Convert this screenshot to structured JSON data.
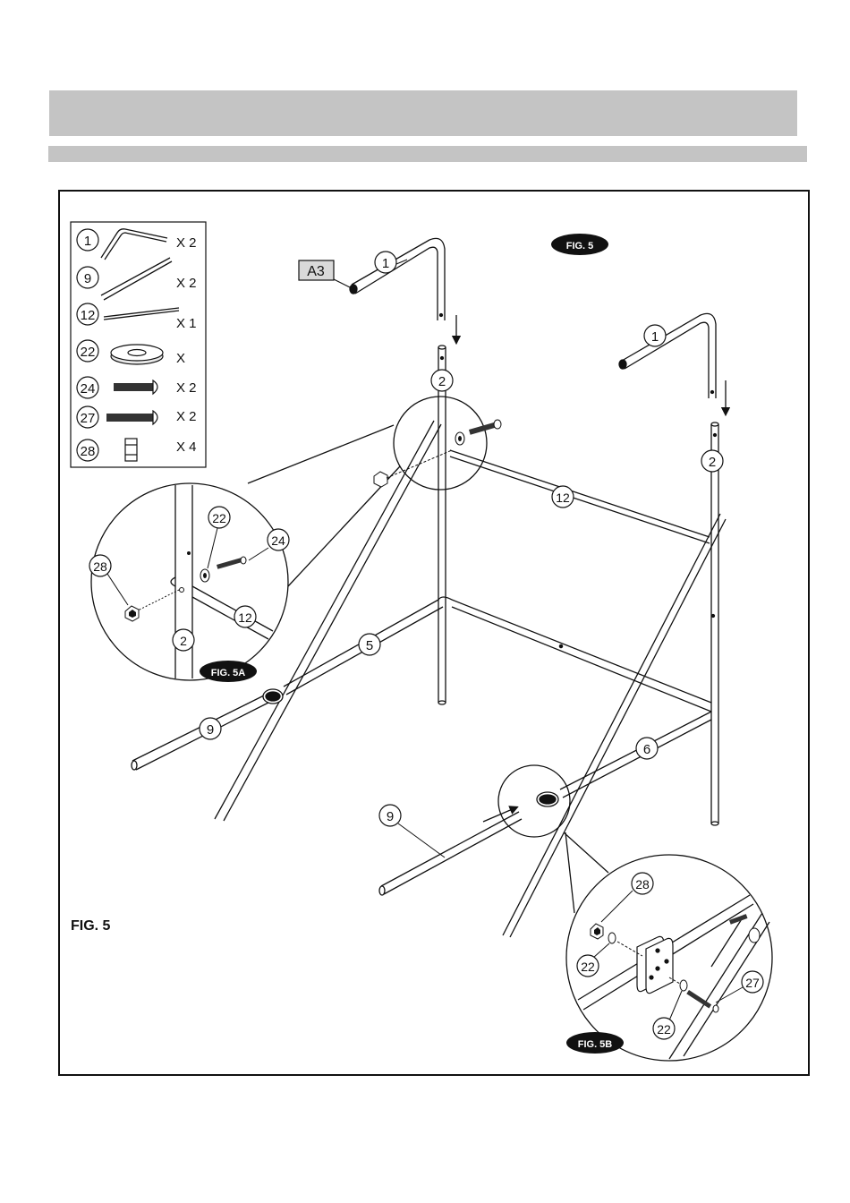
{
  "header": {
    "bar_top": "",
    "bar_sub": ""
  },
  "parts_list": [
    {
      "num": "1",
      "qty": "X 2",
      "icon": "bent-tube-icon"
    },
    {
      "num": "9",
      "qty": "X 2",
      "icon": "straight-tube-icon"
    },
    {
      "num": "12",
      "qty": "X 1",
      "icon": "thin-rod-icon"
    },
    {
      "num": "22",
      "qty": "X",
      "icon": "washer-icon"
    },
    {
      "num": "24",
      "qty": "X 2",
      "icon": "short-bolt-icon"
    },
    {
      "num": "27",
      "qty": "X 2",
      "icon": "long-bolt-icon"
    },
    {
      "num": "28",
      "qty": "X 4",
      "icon": "nut-icon"
    }
  ],
  "figure": {
    "badge_main": "FIG. 5",
    "caption": "FIG. 5",
    "badge_5a": "FIG. 5A",
    "badge_5b": "FIG. 5B",
    "tag_a3": "A3",
    "callouts": {
      "c1_left": "1",
      "c1_right": "1",
      "c2_left": "2",
      "c2_right": "2",
      "c12": "12",
      "c5": "5",
      "c6": "6",
      "c9_left": "9",
      "c9_front": "9"
    },
    "detail_5a": {
      "c22": "22",
      "c24": "24",
      "c28": "28",
      "c12": "12",
      "c2": "2"
    },
    "detail_5b": {
      "c28": "28",
      "c22_top": "22",
      "c22_bottom": "22",
      "c27": "27"
    }
  }
}
